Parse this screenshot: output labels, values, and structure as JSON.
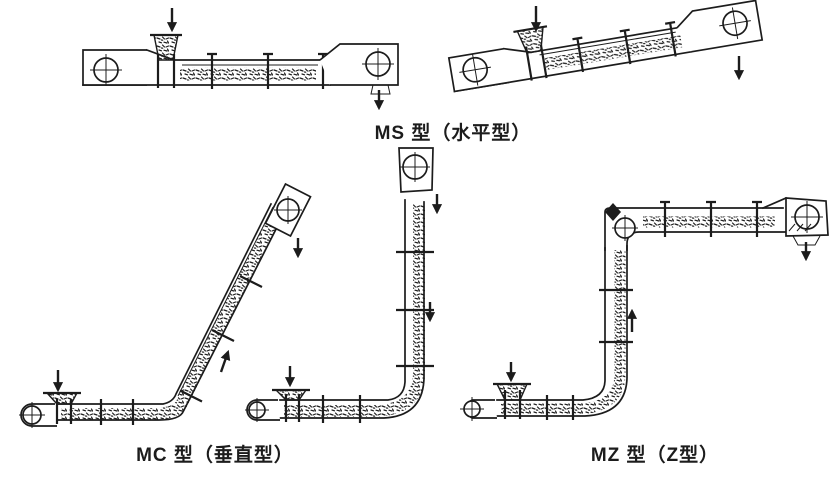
{
  "colors": {
    "background": "#ffffff",
    "ink": "#1c1c1c"
  },
  "captions": {
    "ms": "MS 型（水平型）",
    "mc": "MC 型（垂直型）",
    "mz": "MZ 型（Z型）"
  },
  "figures": [
    {
      "id": "ms-horizontal-left",
      "caption_key": "ms",
      "icons": [
        "feed-arrow-icon",
        "discharge-arrow-icon"
      ]
    },
    {
      "id": "ms-horizontal-right",
      "caption_key": "ms",
      "icons": [
        "feed-arrow-icon",
        "discharge-arrow-icon"
      ]
    },
    {
      "id": "mc-inclined",
      "caption_key": "mc",
      "icons": [
        "feed-arrow-icon",
        "travel-arrow-icon",
        "discharge-arrow-icon"
      ]
    },
    {
      "id": "mc-vertical",
      "caption_key": "mc",
      "icons": [
        "feed-arrow-icon",
        "return-arrow-icon",
        "discharge-arrow-icon"
      ]
    },
    {
      "id": "mz-z-shaped",
      "caption_key": "mz",
      "icons": [
        "feed-arrow-icon",
        "travel-arrow-icon",
        "discharge-arrow-icon"
      ]
    }
  ]
}
